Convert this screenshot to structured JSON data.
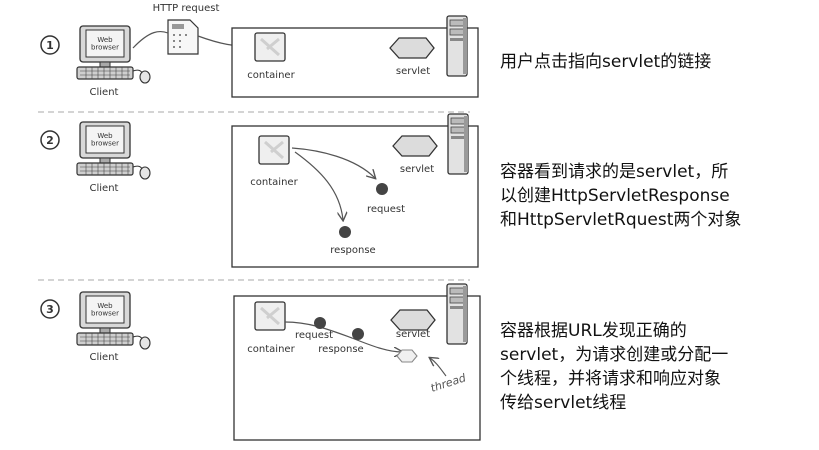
{
  "http_request_label": "HTTP request",
  "web_browser_label": "Web\nbrowser",
  "client_label": "Client",
  "container_label": "container",
  "servlet_label": "servlet",
  "request_label": "request",
  "response_label": "response",
  "thread_label": "thread",
  "steps": [
    {
      "number": "1",
      "caption": "用户点击指向servlet的链接"
    },
    {
      "number": "2",
      "caption": "容器看到请求的是servlet，所\n以创建HttpServletResponse\n和HttpServletRquest两个对象"
    },
    {
      "number": "3",
      "caption": "容器根据URL发现正确的\nservlet，为请求创建或分配一\n个线程，并将请求和响应对象\n传给servlet线程"
    }
  ]
}
